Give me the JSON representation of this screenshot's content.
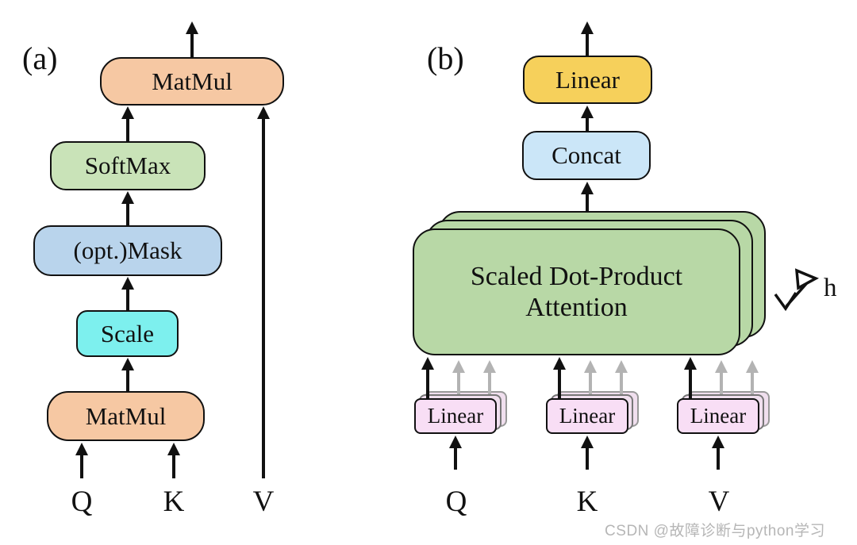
{
  "panel_a": {
    "label": "(a)",
    "matmul_top": "MatMul",
    "softmax": "SoftMax",
    "mask": "(opt.)Mask",
    "scale": "Scale",
    "matmul_bottom": "MatMul",
    "input_q": "Q",
    "input_k": "K",
    "input_v": "V"
  },
  "panel_b": {
    "label": "(b)",
    "linear_out": "Linear",
    "concat": "Concat",
    "attention": "Scaled Dot-Product Attention",
    "heads_label": "h",
    "linear_q": "Linear",
    "linear_k": "Linear",
    "linear_v": "Linear",
    "input_q": "Q",
    "input_k": "K",
    "input_v": "V"
  },
  "watermark": "CSDN @故障诊断与python学习",
  "colors": {
    "matmul_peach": "#f6c8a3",
    "softmax_green": "#c9e3b8",
    "mask_blue": "#b9d4ec",
    "scale_cyan": "#7df0ee",
    "linear_yellow": "#f6d05b",
    "concat_blue": "#cbe6f8",
    "attention_green": "#b8d8a6",
    "linear_pink": "#f8def5",
    "stack_shadow_pink": "#f0dfee",
    "arrow_black": "#111111",
    "arrow_gray": "#b3b3b3"
  }
}
